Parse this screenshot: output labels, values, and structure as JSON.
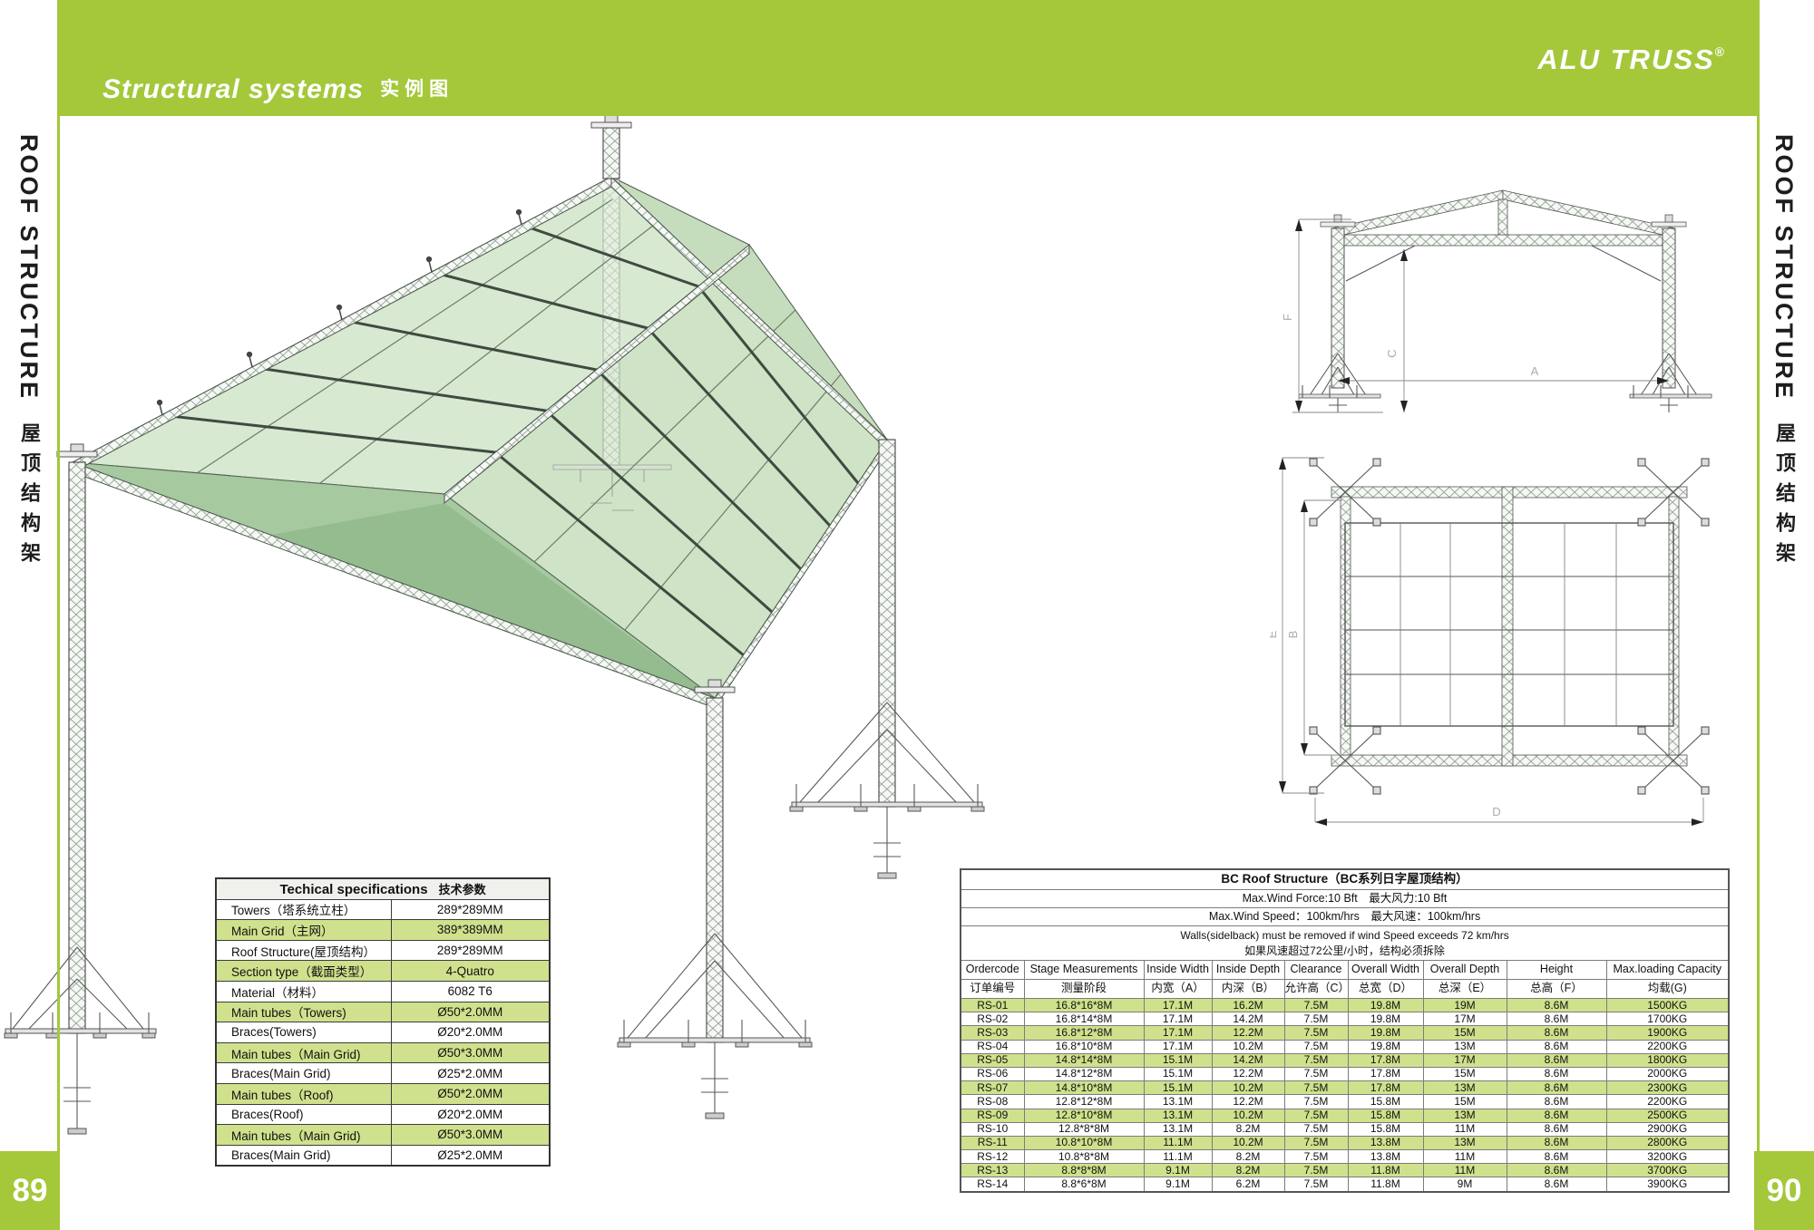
{
  "header": {
    "title_en": "Structural systems",
    "title_cn": "实例图",
    "brand": "ALU TRUSS",
    "brand_reg": "®"
  },
  "sidebars": {
    "left": {
      "text_en": "ROOF STRUCTURE",
      "text_cn": "屋顶结构架",
      "page_number": "89"
    },
    "right": {
      "text_en": "ROOF STRUCTURE",
      "text_cn": "屋顶结构架",
      "page_number": "90"
    }
  },
  "colors": {
    "brand_green": "#a4c83a",
    "row_highlight_green": "#cfe18c",
    "roof_fill_light": "#d8e9d1",
    "roof_gable_green": "#a6c9a0"
  },
  "spec_table": {
    "title_en": "Techical specifications",
    "title_cn": "技术参数",
    "rows": [
      {
        "label": "Towers（塔系统立柱）",
        "value": "289*289MM"
      },
      {
        "label": "Main Grid（主网）",
        "value": "389*389MM"
      },
      {
        "label": "Roof Structure(屋顶结构）",
        "value": "289*289MM"
      },
      {
        "label": "Section type（截面类型）",
        "value": "4-Quatro"
      },
      {
        "label": "Material（材料）",
        "value": "6082 T6"
      },
      {
        "label": "Main tubes（Towers)",
        "value": "Ø50*2.0MM"
      },
      {
        "label": "Braces(Towers)",
        "value": "Ø20*2.0MM"
      },
      {
        "label": "Main tubes（Main Grid)",
        "value": "Ø50*3.0MM"
      },
      {
        "label": "Braces(Main Grid)",
        "value": "Ø25*2.0MM"
      },
      {
        "label": "Main tubes（Roof)",
        "value": "Ø50*2.0MM"
      },
      {
        "label": "Braces(Roof)",
        "value": "Ø20*2.0MM"
      },
      {
        "label": "Main tubes（Main Grid)",
        "value": "Ø50*3.0MM"
      },
      {
        "label": "Braces(Main Grid)",
        "value": "Ø25*2.0MM"
      }
    ]
  },
  "bc_table": {
    "title": "BC Roof Structure（BC系列日字屋顶结构）",
    "wind_force": "Max.Wind Force:10 Bft　最大风力:10 Bft",
    "wind_speed": "Max.Wind Speed：100km/hrs　最大风速：100km/hrs",
    "walls_note_en": "Walls(sidelback) must be removed if wind Speed exceeds 72 km/hrs",
    "walls_note_cn": "如果风速超过72公里/小时，结构必须拆除",
    "columns_en": [
      "Ordercode",
      "Stage Measurements",
      "Inside Width",
      "Inside Depth",
      "Clearance",
      "Overall Width",
      "Overall Depth",
      "Height",
      "Max.loading Capacity"
    ],
    "columns_cn": [
      "订单编号",
      "测量阶段",
      "内宽（A）",
      "内深（B）",
      "允许高（C）",
      "总宽（D）",
      "总深（E）",
      "总高（F）",
      "均载(G)"
    ],
    "rows": [
      [
        "RS-01",
        "16.8*16*8M",
        "17.1M",
        "16.2M",
        "7.5M",
        "19.8M",
        "19M",
        "8.6M",
        "1500KG"
      ],
      [
        "RS-02",
        "16.8*14*8M",
        "17.1M",
        "14.2M",
        "7.5M",
        "19.8M",
        "17M",
        "8.6M",
        "1700KG"
      ],
      [
        "RS-03",
        "16.8*12*8M",
        "17.1M",
        "12.2M",
        "7.5M",
        "19.8M",
        "15M",
        "8.6M",
        "1900KG"
      ],
      [
        "RS-04",
        "16.8*10*8M",
        "17.1M",
        "10.2M",
        "7.5M",
        "19.8M",
        "13M",
        "8.6M",
        "2200KG"
      ],
      [
        "RS-05",
        "14.8*14*8M",
        "15.1M",
        "14.2M",
        "7.5M",
        "17.8M",
        "17M",
        "8.6M",
        "1800KG"
      ],
      [
        "RS-06",
        "14.8*12*8M",
        "15.1M",
        "12.2M",
        "7.5M",
        "17.8M",
        "15M",
        "8.6M",
        "2000KG"
      ],
      [
        "RS-07",
        "14.8*10*8M",
        "15.1M",
        "10.2M",
        "7.5M",
        "17.8M",
        "13M",
        "8.6M",
        "2300KG"
      ],
      [
        "RS-08",
        "12.8*12*8M",
        "13.1M",
        "12.2M",
        "7.5M",
        "15.8M",
        "15M",
        "8.6M",
        "2200KG"
      ],
      [
        "RS-09",
        "12.8*10*8M",
        "13.1M",
        "10.2M",
        "7.5M",
        "15.8M",
        "13M",
        "8.6M",
        "2500KG"
      ],
      [
        "RS-10",
        "12.8*8*8M",
        "13.1M",
        "8.2M",
        "7.5M",
        "15.8M",
        "11M",
        "8.6M",
        "2900KG"
      ],
      [
        "RS-11",
        "10.8*10*8M",
        "11.1M",
        "10.2M",
        "7.5M",
        "13.8M",
        "13M",
        "8.6M",
        "2800KG"
      ],
      [
        "RS-12",
        "10.8*8*8M",
        "11.1M",
        "8.2M",
        "7.5M",
        "13.8M",
        "11M",
        "8.6M",
        "3200KG"
      ],
      [
        "RS-13",
        "8.8*8*8M",
        "9.1M",
        "8.2M",
        "7.5M",
        "11.8M",
        "11M",
        "8.6M",
        "3700KG"
      ],
      [
        "RS-14",
        "8.8*6*8M",
        "9.1M",
        "6.2M",
        "7.5M",
        "11.8M",
        "9M",
        "8.6M",
        "3900KG"
      ]
    ]
  },
  "diagrams": {
    "elevation": {
      "labels": {
        "f": "F",
        "c": "C",
        "a": "A"
      }
    },
    "plan": {
      "labels": {
        "e": "E",
        "b": "B",
        "d": "D"
      }
    }
  }
}
